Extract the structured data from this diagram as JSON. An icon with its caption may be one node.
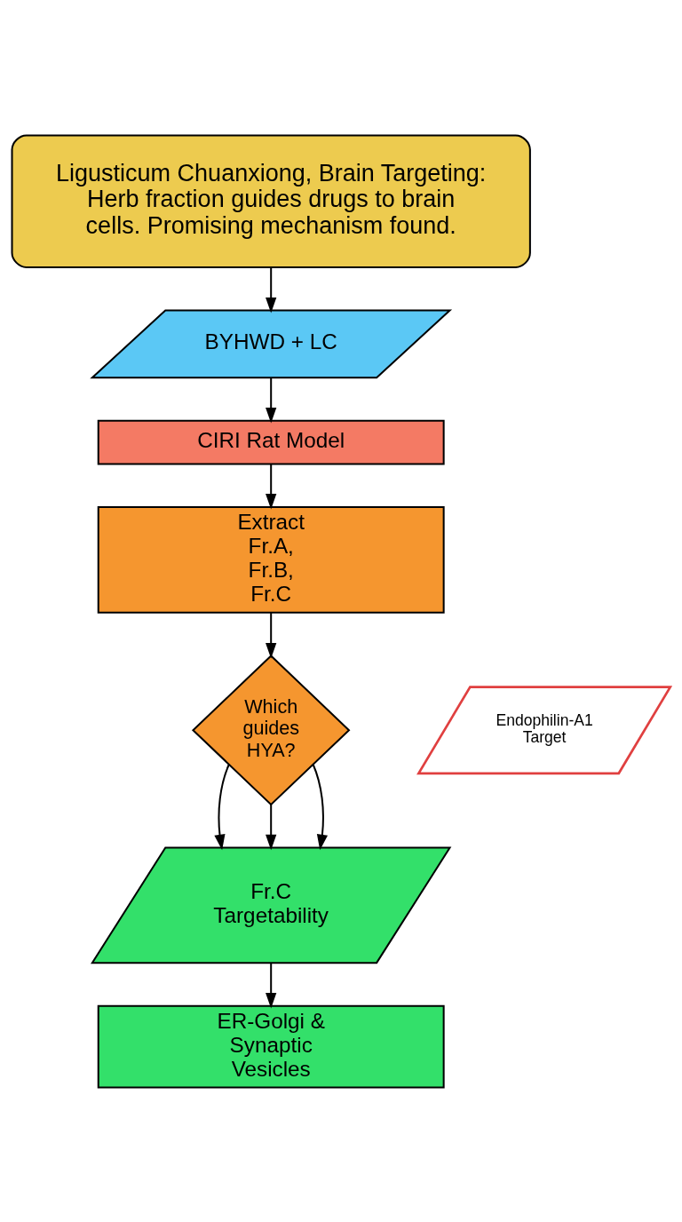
{
  "diagram": {
    "nodes": [
      {
        "text": [
          "Ligusticum Chuanxiong, Brain Targeting: Herb fraction guides drugs to brain cells. Promising mechanism found."
        ]
      },
      {
        "text": [
          "BYHWD + LC"
        ]
      },
      {
        "text": [
          "CIRI Rat Model"
        ]
      },
      {
        "text": [
          "Extract Fr.A, Fr.B, Fr.C"
        ]
      },
      {
        "text": [
          "Which guides HYA?"
        ]
      },
      {
        "text": [
          "Fr.C Targetability"
        ]
      },
      {
        "text": [
          "ER-Golgi & Synaptic Vesicles"
        ]
      },
      {
        "text": [
          "Endophilin-A1 Target"
        ]
      }
    ],
    "edges": [
      {
        "from": 0,
        "to": 1,
        "arrow": "to"
      },
      {
        "from": 1,
        "to": 2,
        "arrow": "to"
      },
      {
        "from": 2,
        "to": 3,
        "arrow": "to"
      },
      {
        "from": 3,
        "to": 4,
        "arrow": "to"
      },
      {
        "from": 4,
        "to": 5,
        "arrow": "to"
      },
      {
        "from": 4,
        "to": 5,
        "arrow": "to"
      },
      {
        "from": 4,
        "to": 5,
        "arrow": "to"
      },
      {
        "from": 5,
        "to": 6,
        "arrow": "to"
      }
    ]
  }
}
